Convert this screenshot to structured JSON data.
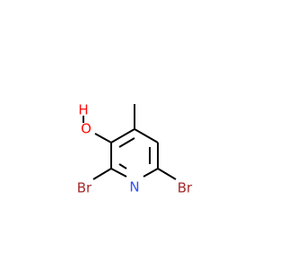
{
  "molecule": {
    "atoms": {
      "hydroxyl_h": {
        "label": "H",
        "color": "#ff0d0d"
      },
      "hydroxyl_o": {
        "label": "O",
        "color": "#ff0d0d"
      },
      "bromine_left": {
        "label": "Br",
        "color": "#a62929"
      },
      "bromine_right": {
        "label": "Br",
        "color": "#a62929"
      },
      "ring_nitrogen": {
        "label": "N",
        "color": "#3050f8"
      }
    },
    "colors": {
      "bond": "#000000",
      "oxygen": "#ff0d0d",
      "bromine": "#a62929",
      "nitrogen": "#3050f8"
    }
  }
}
